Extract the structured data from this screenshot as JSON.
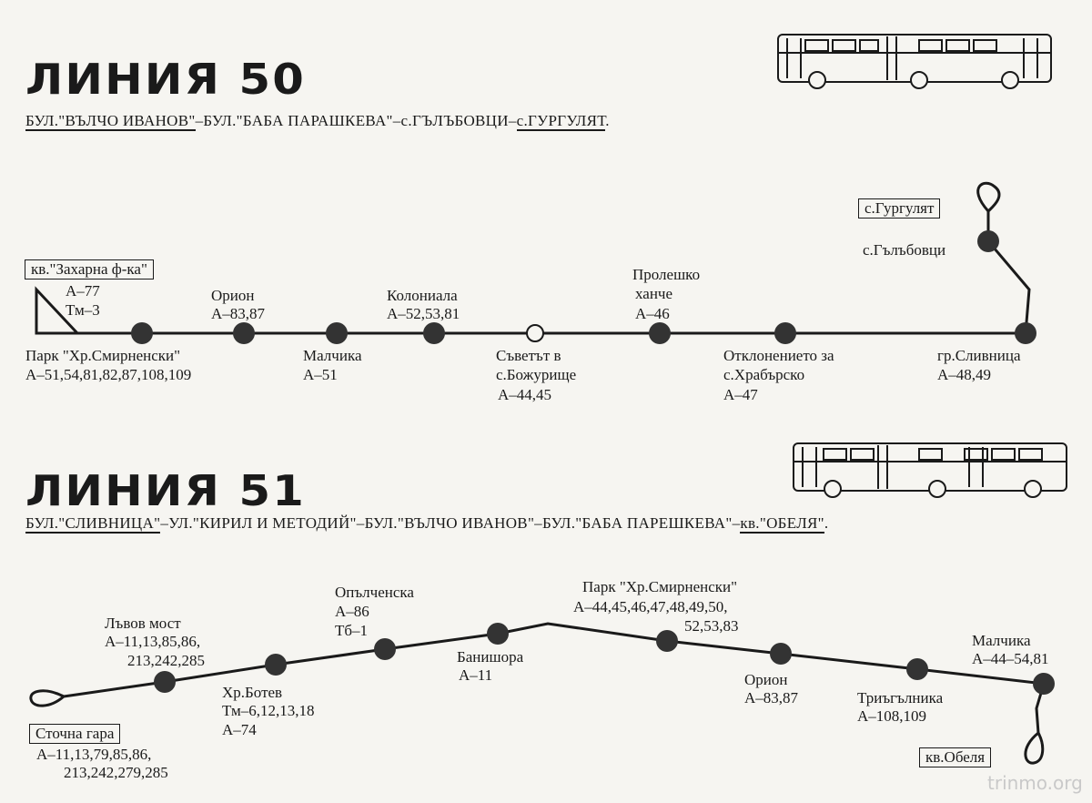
{
  "line50": {
    "title": "ЛИНИЯ 50",
    "route_parts": [
      "БУЛ.\"ВЪЛЧО ИВАНОВ\"",
      "–БУЛ.\"БАБА ПАРАШКЕВА\"–с.ГЪЛЪБОВЦИ–",
      "с.ГУРГУЛЯТ",
      "."
    ],
    "terminus_start": "кв.\"Захарна ф-ка\"",
    "start_lines": [
      "А–77",
      "Тм–3"
    ],
    "terminus_end": "с.Гургулят",
    "stops": [
      {
        "name": "Парк \"Хр.Смирненски\"",
        "lines": "А–51,54,81,82,87,108,109"
      },
      {
        "name": "Орион",
        "lines": "А–83,87"
      },
      {
        "name": "Малчика",
        "lines": "А–51"
      },
      {
        "name": "Колониала",
        "lines": "А–52,53,81"
      },
      {
        "name": "Съветът в",
        "name2": "с.Божурище",
        "lines": "А–44,45"
      },
      {
        "name": "Пролешко",
        "name2": "ханче",
        "lines": "А–46"
      },
      {
        "name": "Отклонението за",
        "name2": "с.Храбърско",
        "lines": "А–47"
      },
      {
        "name": "гр.Сливница",
        "lines": "А–48,49"
      },
      {
        "name": "с.Гълъбовци"
      }
    ]
  },
  "line51": {
    "title": "ЛИНИЯ 51",
    "route_parts": [
      "БУЛ.\"СЛИВНИЦА\"",
      "–УЛ.\"КИРИЛ И МЕТОДИЙ\"–БУЛ.\"ВЪЛЧО ИВАНОВ\"–БУЛ.\"БАБА ПАРЕШКЕВА\"–",
      "кв.\"ОБЕЛЯ\"",
      "."
    ],
    "terminus_start": "Сточна гара",
    "start_lines": [
      "А–11,13,79,85,86,",
      "213,242,279,285"
    ],
    "terminus_end": "кв.Обеля",
    "stops": [
      {
        "name": "Лъвов мост",
        "lines": "А–11,13,85,86,",
        "lines2": "213,242,285"
      },
      {
        "name": "Хр.Ботев",
        "lines": "Тм–6,12,13,18",
        "lines2": "А–74"
      },
      {
        "name": "Опълченска",
        "lines": "А–86",
        "lines2": "Тб–1"
      },
      {
        "name": "Банишора",
        "lines": "А–11"
      },
      {
        "name": "Парк \"Хр.Смирненски\"",
        "lines": "А–44,45,46,47,48,49,50,",
        "lines2": "52,53,83"
      },
      {
        "name": "Орион",
        "lines": "А–83,87"
      },
      {
        "name": "Триъгълника",
        "lines": "А–108,109"
      },
      {
        "name": "Малчика",
        "lines": "А–44–54,81"
      }
    ]
  },
  "watermark": "trinmo.org"
}
